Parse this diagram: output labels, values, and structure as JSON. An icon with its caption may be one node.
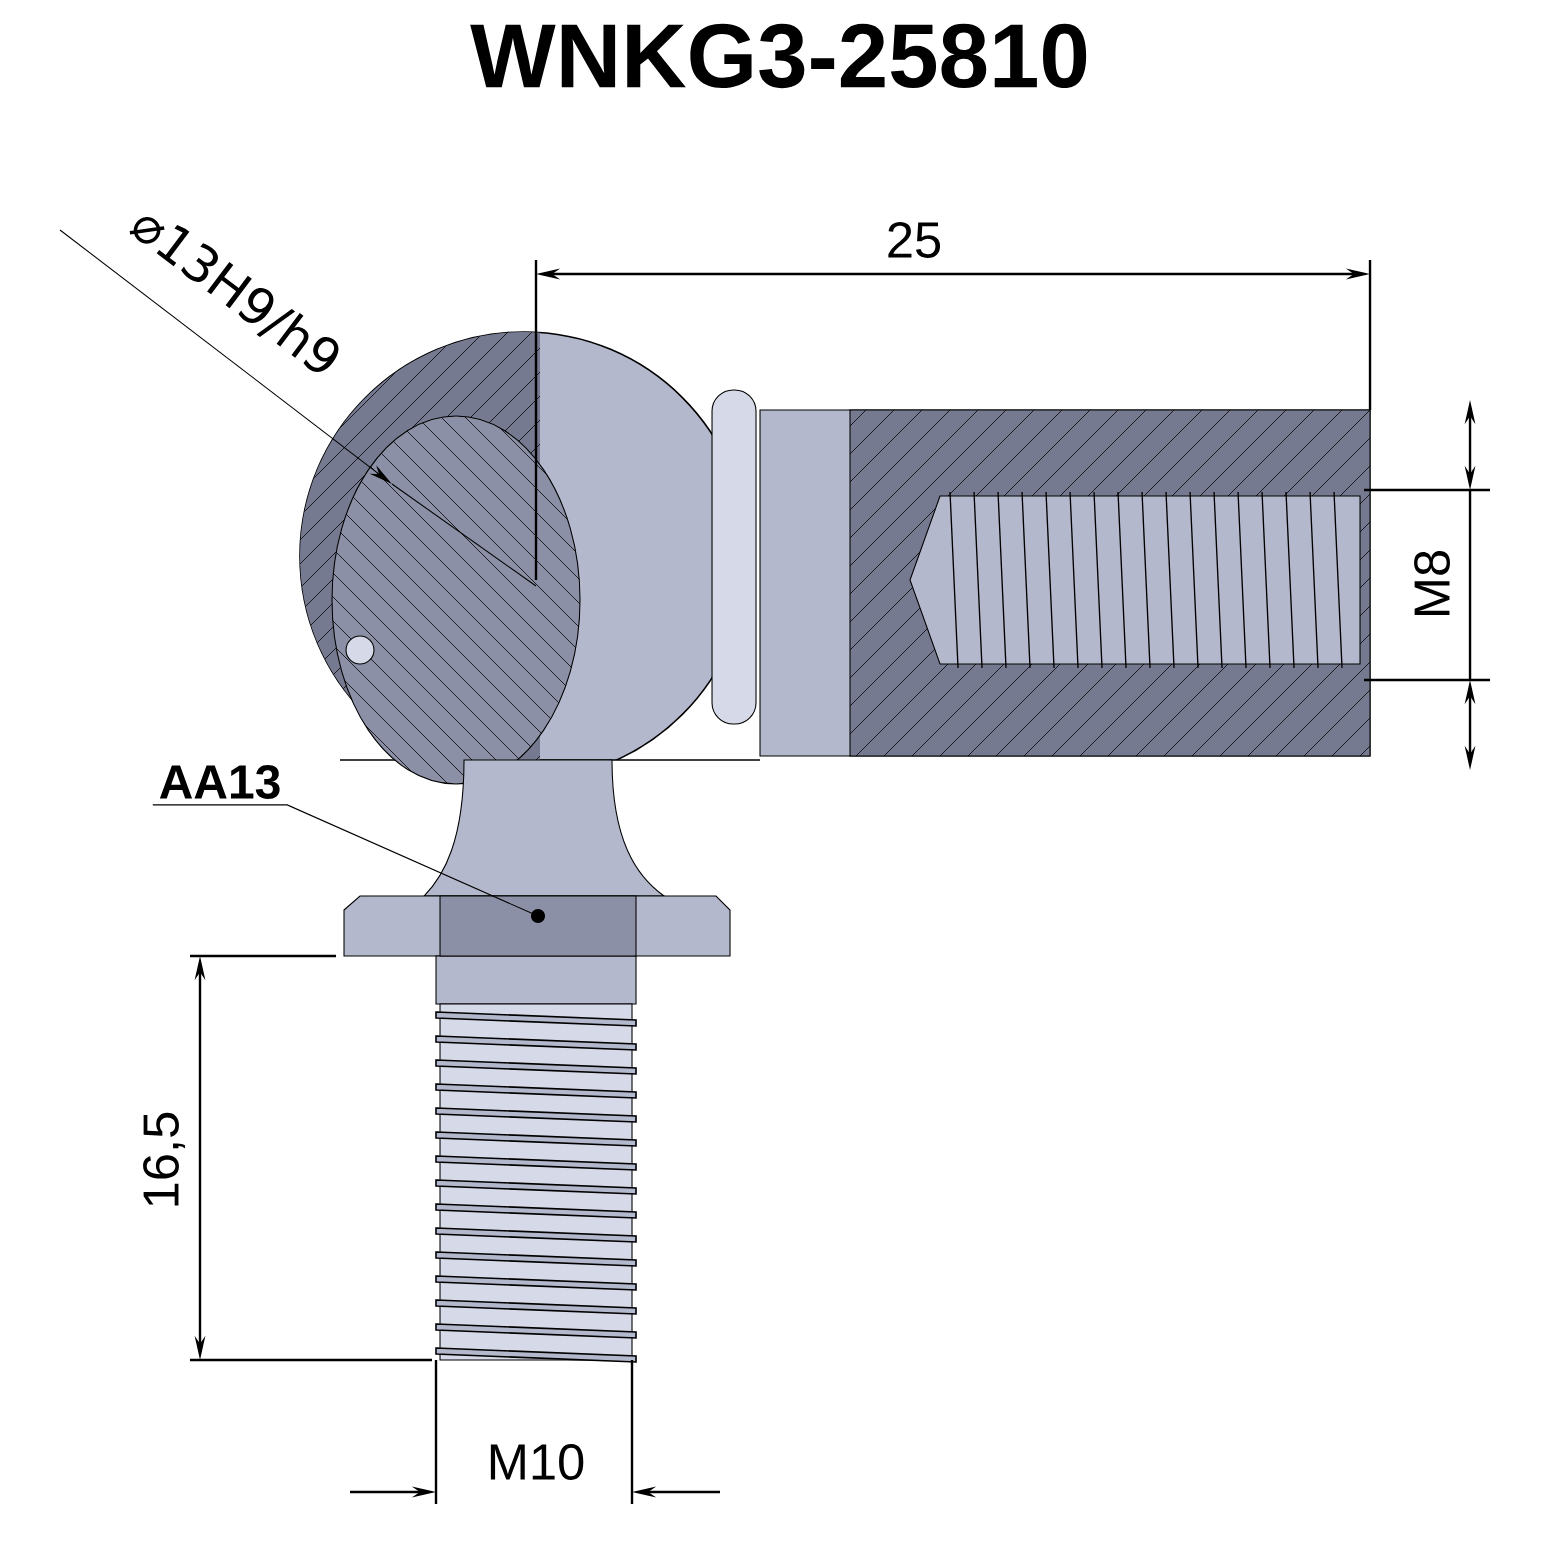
{
  "diagram": {
    "title": "WNKG3-25810",
    "nodes": [
      {
        "text": [
          "AA13"
        ]
      },
      {
        "text": [],
        "shape": "box"
      }
    ],
    "edges": [
      {
        "from": 0,
        "to": 1,
        "arrow": "other"
      }
    ],
    "labels": [
      "⌀13H9/h9",
      "25",
      "M8",
      "16,5",
      "M10"
    ]
  }
}
